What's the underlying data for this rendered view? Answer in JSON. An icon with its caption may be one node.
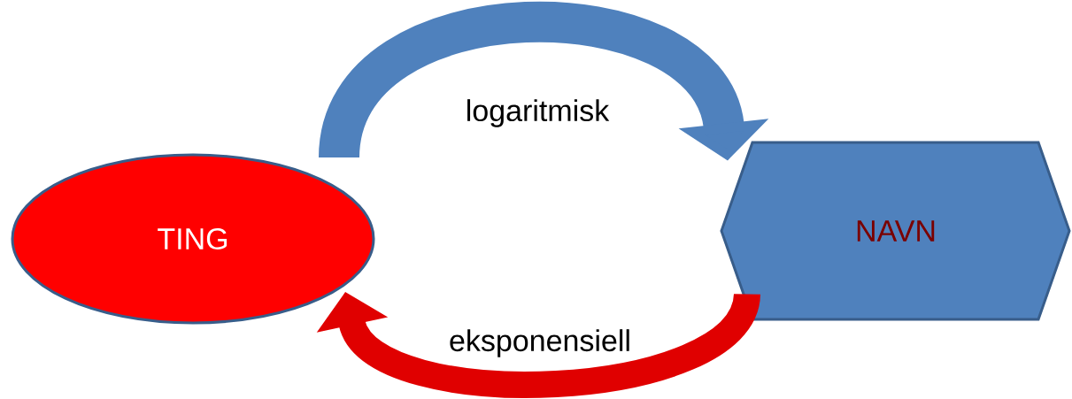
{
  "diagram": {
    "nodes": [
      {
        "text": [
          "TING"
        ]
      },
      {
        "text": [
          "NAVN"
        ]
      }
    ],
    "edges": [
      {
        "from": 0,
        "to": 1,
        "arrow": "to",
        "label": "logaritmisk",
        "color": "#4f81bd"
      },
      {
        "from": 1,
        "to": 0,
        "arrow": "to",
        "label": "eksponensiell",
        "color": "#e00000"
      }
    ]
  }
}
